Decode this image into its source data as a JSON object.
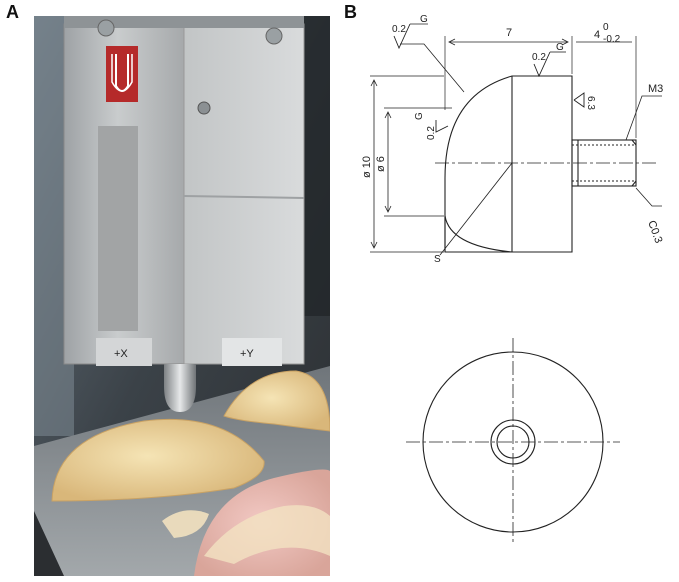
{
  "panels": {
    "a_label": "A",
    "b_label": "B"
  },
  "photo": {
    "axis_x_label": "+X",
    "axis_y_label": "+Y"
  },
  "drawing": {
    "dim_length": "7",
    "dim_thread_length": "4",
    "dim_thread_tol_upper": "0",
    "dim_thread_tol_lower": "-0.2",
    "dim_thread": "M3",
    "dim_outer_dia": "ø 10",
    "dim_inner_dia": "ø 6",
    "dim_chamfer": "C0.3",
    "roughness_top_left": "0.2",
    "roughness_top_left_g": "G",
    "roughness_top_right": "0.2",
    "roughness_top_right_g": "G",
    "roughness_side": "0.2",
    "roughness_side_g": "G",
    "roughness_face": "6.3",
    "radius_label": "S"
  },
  "colors": {
    "background": "#ffffff",
    "line": "#222222",
    "aluminum": "#b9bcbe",
    "tissue": "#e8cf9a",
    "plate": "#8c9094"
  }
}
